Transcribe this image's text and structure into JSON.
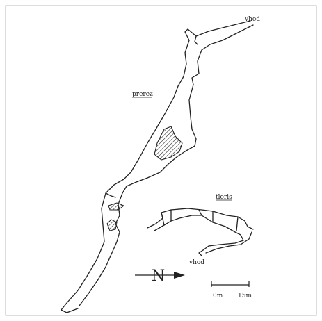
{
  "labels": {
    "entrance_top": "vhod",
    "section_title": "prerez",
    "plan_title": "tloris",
    "entrance_plan": "vhod"
  },
  "north": {
    "letter": "N",
    "icon": "north-arrow-icon"
  },
  "scale": {
    "start_label": "0m",
    "end_label": "15m"
  },
  "colors": {
    "ink": "#222222",
    "border": "#bbbbbb",
    "paper": "#ffffff"
  }
}
